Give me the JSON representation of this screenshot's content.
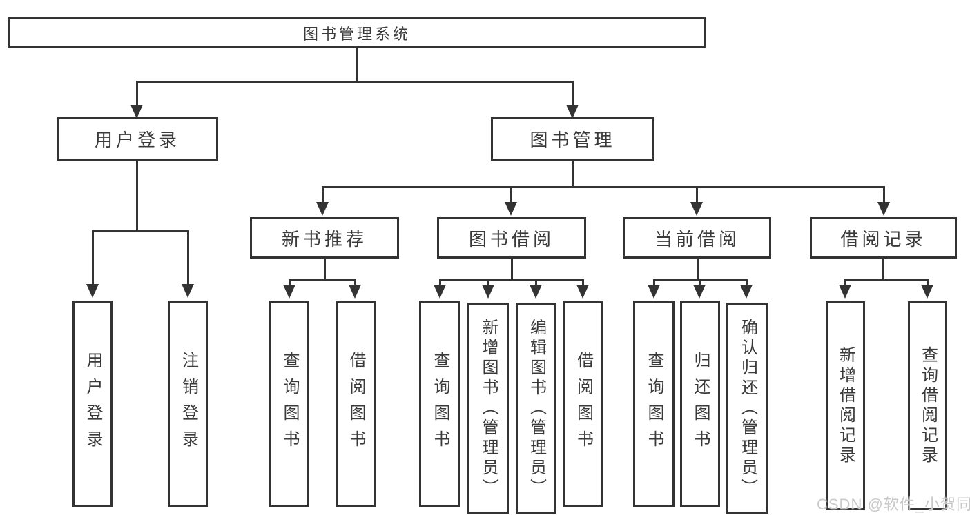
{
  "diagram": {
    "root": {
      "label": "图书管理系统"
    },
    "level2": [
      {
        "label": "用户登录",
        "children": [
          {
            "label": "用户登录"
          },
          {
            "label": "注销登录"
          }
        ]
      },
      {
        "label": "图书管理",
        "children": [
          {
            "label": "新书推荐",
            "children": [
              {
                "label": "查询图书"
              },
              {
                "label": "借阅图书"
              }
            ]
          },
          {
            "label": "图书借阅",
            "children": [
              {
                "label": "查询图书"
              },
              {
                "label": "新增图书（管理员）"
              },
              {
                "label": "编辑图书（管理员）"
              },
              {
                "label": "借阅图书"
              }
            ]
          },
          {
            "label": "当前借阅",
            "children": [
              {
                "label": "查询图书"
              },
              {
                "label": "归还图书"
              },
              {
                "label": "确认归还（管理员）"
              }
            ]
          },
          {
            "label": "借阅记录",
            "children": [
              {
                "label": "新增借阅记录"
              },
              {
                "label": "查询借阅记录"
              }
            ]
          }
        ]
      }
    ]
  },
  "watermark": {
    "text": "CSDN @软件_小贺同学"
  },
  "colors": {
    "line": "#333333",
    "box_background": "#ffffff",
    "text": "#3a3a3a",
    "watermark": "#c9c9c9"
  }
}
